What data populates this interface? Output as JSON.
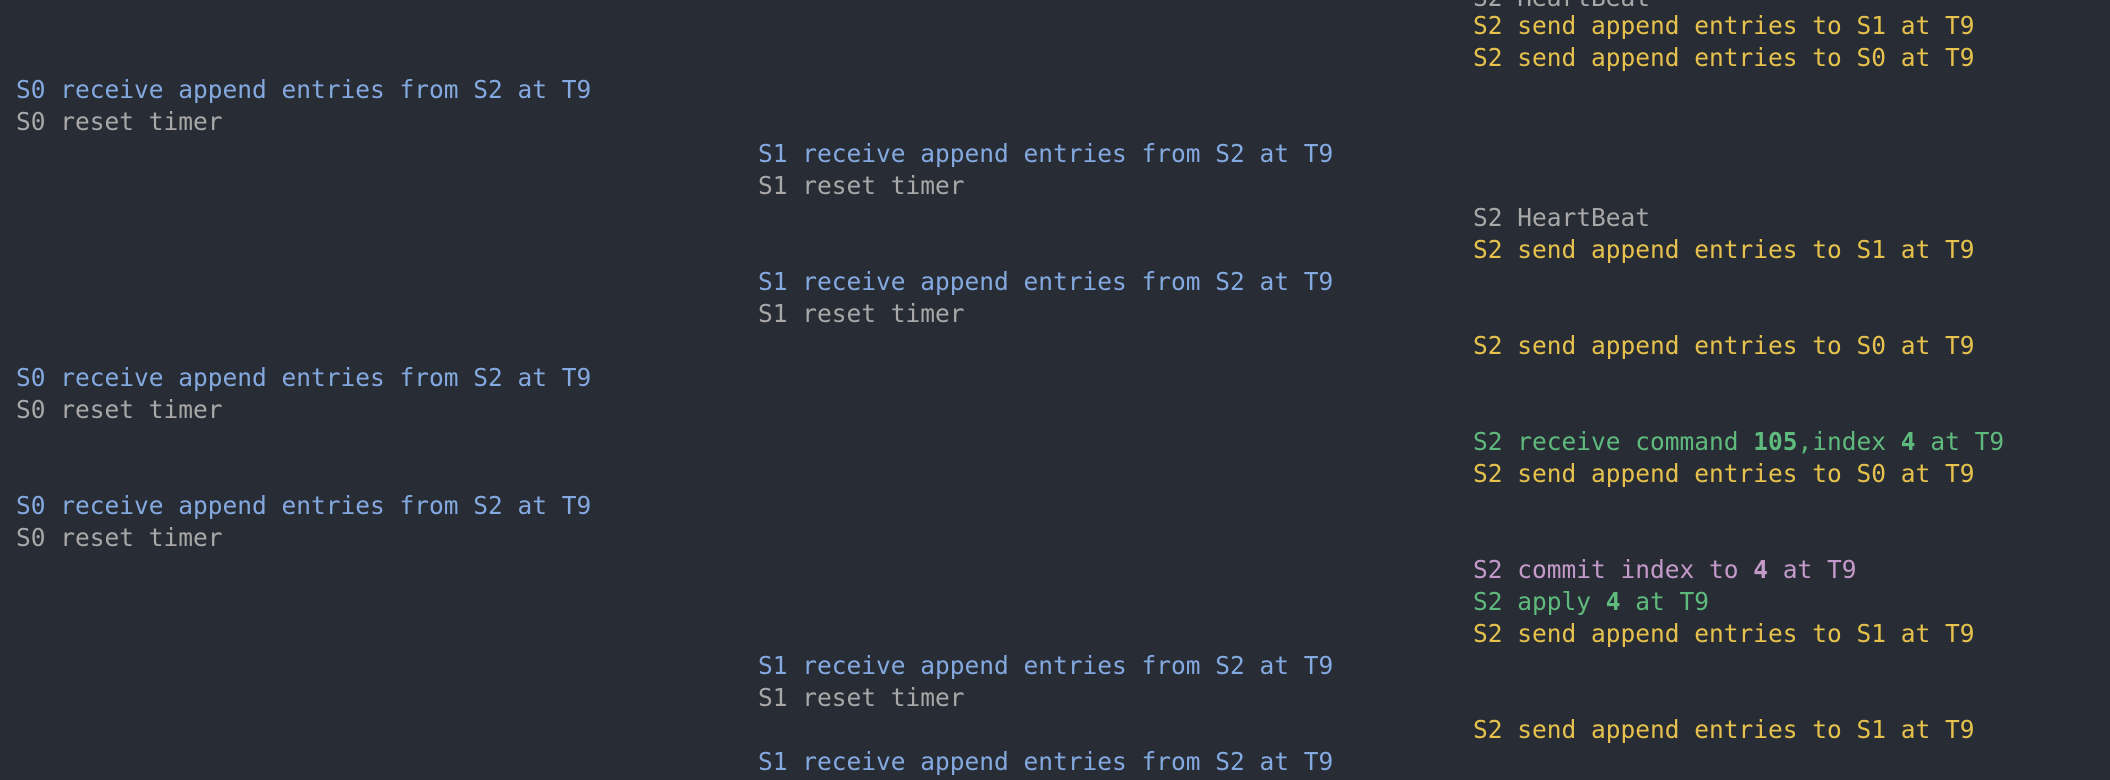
{
  "top_partial_line": "S2 HeartBeat",
  "lines": [
    {
      "row": 0,
      "col": 2,
      "color": "yellow",
      "text": "S2 send append entries to S1 at T9"
    },
    {
      "row": 1,
      "col": 2,
      "color": "yellow",
      "text": "S2 send append entries to S0 at T9"
    },
    {
      "row": 2,
      "col": 0,
      "color": "blue",
      "text": "S0 receive append entries from S2 at T9"
    },
    {
      "row": 3,
      "col": 0,
      "color": "grey",
      "text": "S0 reset timer"
    },
    {
      "row": 4,
      "col": 1,
      "color": "blue",
      "text": "S1 receive append entries from S2 at T9"
    },
    {
      "row": 5,
      "col": 1,
      "color": "grey",
      "text": "S1 reset timer"
    },
    {
      "row": 6,
      "col": 2,
      "color": "grey",
      "text": "S2 HeartBeat"
    },
    {
      "row": 7,
      "col": 2,
      "color": "yellow",
      "text": "S2 send append entries to S1 at T9"
    },
    {
      "row": 8,
      "col": 1,
      "color": "blue",
      "text": "S1 receive append entries from S2 at T9"
    },
    {
      "row": 9,
      "col": 1,
      "color": "grey",
      "text": "S1 reset timer"
    },
    {
      "row": 10,
      "col": 2,
      "color": "yellow",
      "text": "S2 send append entries to S0 at T9"
    },
    {
      "row": 11,
      "col": 0,
      "color": "blue",
      "text": "S0 receive append entries from S2 at T9"
    },
    {
      "row": 12,
      "col": 0,
      "color": "grey",
      "text": "S0 reset timer"
    },
    {
      "row": 13,
      "col": 2,
      "color": "green",
      "segments": [
        {
          "text": "S2 receive command "
        },
        {
          "text": "105",
          "bold": true
        },
        {
          "text": ",index "
        },
        {
          "text": "4",
          "bold": true
        },
        {
          "text": " at T9"
        }
      ]
    },
    {
      "row": 14,
      "col": 2,
      "color": "yellow",
      "text": "S2 send append entries to S0 at T9"
    },
    {
      "row": 15,
      "col": 0,
      "color": "blue",
      "text": "S0 receive append entries from S2 at T9"
    },
    {
      "row": 16,
      "col": 0,
      "color": "grey",
      "text": "S0 reset timer"
    },
    {
      "row": 17,
      "col": 2,
      "color": "purple",
      "segments": [
        {
          "text": "S2 commit index to "
        },
        {
          "text": "4",
          "bold": true
        },
        {
          "text": " at T9"
        }
      ]
    },
    {
      "row": 18,
      "col": 2,
      "color": "green",
      "segments": [
        {
          "text": "S2 apply "
        },
        {
          "text": "4",
          "bold": true
        },
        {
          "text": " at T9"
        }
      ]
    },
    {
      "row": 19,
      "col": 2,
      "color": "yellow",
      "text": "S2 send append entries to S1 at T9"
    },
    {
      "row": 20,
      "col": 1,
      "color": "blue",
      "text": "S1 receive append entries from S2 at T9"
    },
    {
      "row": 21,
      "col": 1,
      "color": "grey",
      "text": "S1 reset timer"
    },
    {
      "row": 22,
      "col": 2,
      "color": "yellow",
      "text": "S2 send append entries to S1 at T9"
    },
    {
      "row": 23,
      "col": 1,
      "color": "blue",
      "text": "S1 receive append entries from S2 at T9"
    }
  ],
  "colors": {
    "background": "#282c34",
    "blue": "#84a9e0",
    "grey": "#a8a8a8",
    "yellow": "#e6c24d",
    "green": "#5fba7d",
    "purple": "#c39ac9"
  }
}
